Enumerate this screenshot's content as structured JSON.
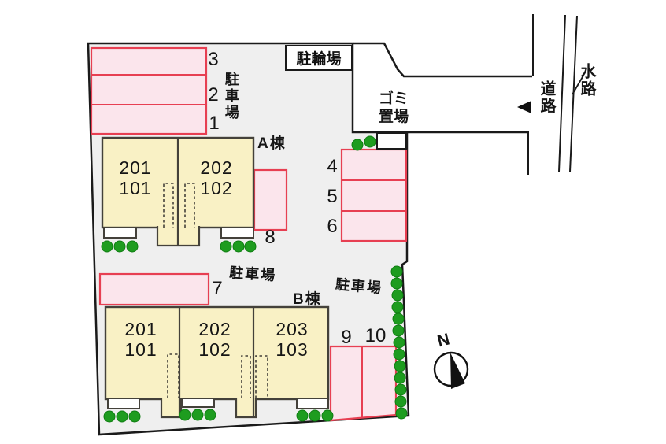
{
  "labels": {
    "bicycle_parking": "駐輪場",
    "garbage_area": "ゴミ\n置場",
    "parking_lot_left": "駐車場",
    "parking_lot_mid": "駐車場",
    "parking_lot_right": "駐車場",
    "building_a": "A棟",
    "building_b": "B棟",
    "road": "道路",
    "waterway": "水路",
    "north": "N"
  },
  "spaces": [
    "1",
    "2",
    "3",
    "4",
    "5",
    "6",
    "7",
    "8",
    "9",
    "10"
  ],
  "units": {
    "a": [
      {
        "upper": "201",
        "lower": "101"
      },
      {
        "upper": "202",
        "lower": "102"
      }
    ],
    "b": [
      {
        "upper": "201",
        "lower": "101"
      },
      {
        "upper": "202",
        "lower": "102"
      },
      {
        "upper": "203",
        "lower": "103"
      }
    ]
  },
  "colors": {
    "site_fill": "#EFEFEF",
    "boundary": "#1A1A1A",
    "parking_fill": "#FBE5EC",
    "parking_border": "#E73F52",
    "building_fill": "#F9F1C5",
    "building_border": "#44413A",
    "tree_green": "#1E9C1F"
  }
}
